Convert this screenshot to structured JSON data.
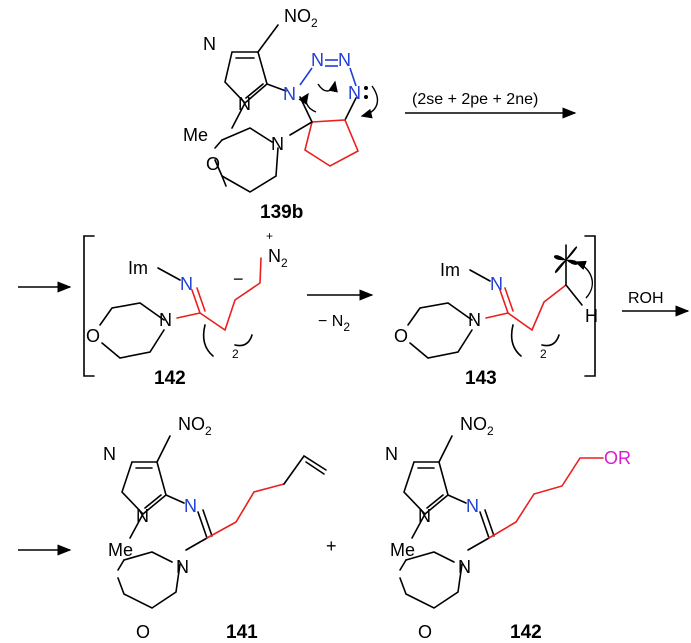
{
  "labels": {
    "no2": "NO",
    "no2_sub": "2",
    "n": "N",
    "me": "Me",
    "o": "O",
    "im": "Im",
    "n2": "N",
    "n2_sub": "2",
    "plus": "+",
    "minus": "−",
    "h": "H",
    "or": "OR",
    "subscript_two": "2"
  },
  "compounds": {
    "c139b": "139b",
    "c142": "142",
    "c143": "143",
    "c141": "141",
    "c142b": "142"
  },
  "conditions": {
    "step1": "(2se + 2pe + 2ne)",
    "step2_minus": "− N",
    "step2_sub": "2",
    "step3": "ROH"
  },
  "sum_plus": "+",
  "colors": {
    "red": "#e8201e",
    "blue": "#1f3fd6",
    "magenta": "#d81bd1"
  }
}
